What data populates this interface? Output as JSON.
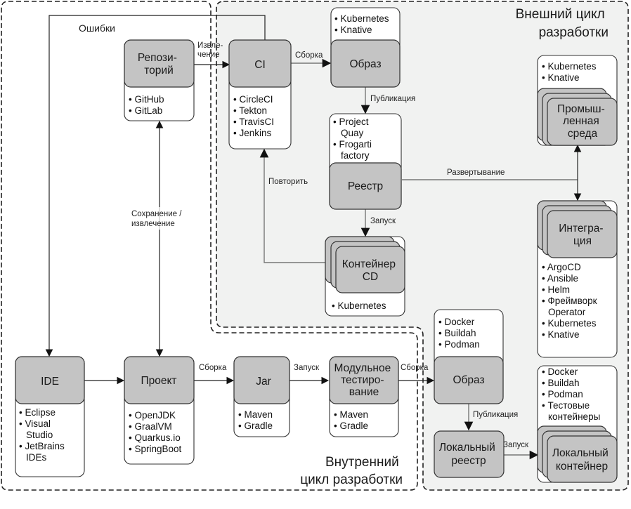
{
  "regions": {
    "outer_loop_title": [
      "Внешний цикл",
      "разработки"
    ],
    "inner_loop_title": [
      "Внутренний",
      "цикл разработки"
    ]
  },
  "nodes": {
    "repository": {
      "label": [
        "Репози-",
        "торий"
      ],
      "items": [
        "GitHub",
        "GitLab"
      ]
    },
    "ci": {
      "label": [
        "CI"
      ],
      "items": [
        "CircleCI",
        "Tekton",
        "TravisCI",
        "Jenkins"
      ]
    },
    "image_outer": {
      "label": [
        "Образ"
      ],
      "items": [
        "Kubernetes",
        "Knative"
      ]
    },
    "registry": {
      "label": [
        "Реестр"
      ],
      "items": [
        "Project",
        "Quay",
        "Frogarti",
        "factory"
      ]
    },
    "container_cd": {
      "label": [
        "Контейнер",
        "CD"
      ],
      "items": [
        "Kubernetes"
      ]
    },
    "production": {
      "label": [
        "Промыш-",
        "ленная",
        "среда"
      ],
      "items": [
        "Kubernetes",
        "Knative"
      ]
    },
    "integration": {
      "label": [
        "Интегра-",
        "ция"
      ],
      "items": [
        "ArgoCD",
        "Ansible",
        "Helm",
        "Фреймворк",
        "Operator",
        "Kubernetes",
        "Knative"
      ]
    },
    "ide": {
      "label": [
        "IDE"
      ],
      "items": [
        "Eclipse",
        "Visual",
        "Studio",
        "JetBrains",
        "IDEs"
      ]
    },
    "project": {
      "label": [
        "Проект"
      ],
      "items": [
        "OpenJDK",
        "GraalVM",
        "Quarkus.io",
        "SpringBoot"
      ]
    },
    "jar": {
      "label": [
        "Jar"
      ],
      "items": [
        "Maven",
        "Gradle"
      ]
    },
    "unit_testing": {
      "label": [
        "Модульное",
        "тестиро-",
        "вание"
      ],
      "items": [
        "Maven",
        "Gradle"
      ]
    },
    "image_inner": {
      "label": [
        "Образ"
      ],
      "items": [
        "Docker",
        "Buildah",
        "Podman"
      ]
    },
    "local_registry": {
      "label": [
        "Локальный",
        "реестр"
      ]
    },
    "local_container": {
      "label": [
        "Локальный",
        "контейнер"
      ],
      "items": [
        "Docker",
        "Buildah",
        "Podman",
        "Тестовые",
        "контейнеры"
      ]
    }
  },
  "edges": {
    "errors": "Ошибки",
    "fetch": [
      "Извле-",
      "чение"
    ],
    "build_ci": "Сборка",
    "publish_outer": "Публикация",
    "retry": "Повторить",
    "deploy": "Развертывание",
    "launch_cd": "Запуск",
    "save_fetch": [
      "Сохранение /",
      "извлечение"
    ],
    "build_jar": "Сборка",
    "launch_test": "Запуск",
    "build_image": "Сборка",
    "publish_inner": "Публикация",
    "launch_local": "Запуск"
  }
}
